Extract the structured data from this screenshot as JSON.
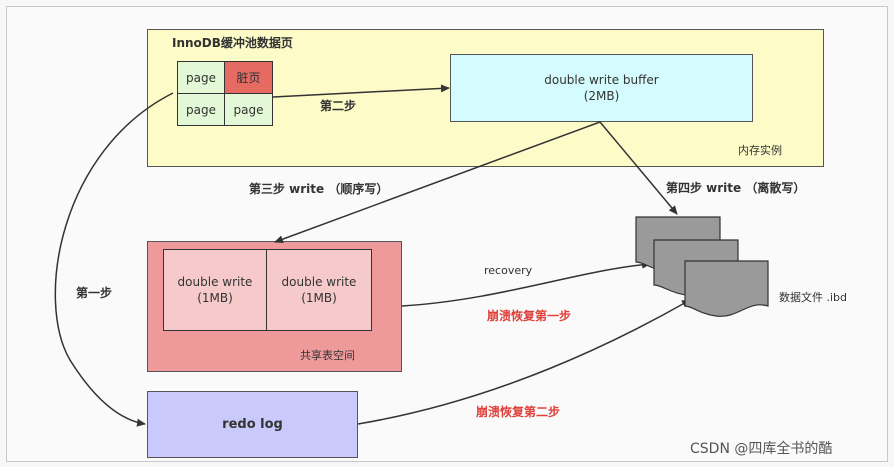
{
  "buffer_pool": {
    "title": "InnoDB缓冲池数据页",
    "pages": [
      "page",
      "脏页",
      "page",
      "page"
    ],
    "memory_label": "内存实例"
  },
  "dwb": {
    "line1": "double write buffer",
    "line2": "(2MB)"
  },
  "steps": {
    "step1": "第一步",
    "step2": "第二步",
    "step3": "第三步 write （顺序写）",
    "step4": "第四步 write （离散写）"
  },
  "shared_ts": {
    "left_line1": "double write",
    "left_line2": "(1MB)",
    "right_line1": "double write",
    "right_line2": "(1MB)",
    "label": "共享表空间"
  },
  "redo": {
    "label": "redo log"
  },
  "recovery": {
    "recovery_label": "recovery",
    "crash_step1": "崩溃恢复第一步",
    "crash_step2": "崩溃恢复第二步"
  },
  "datafile": {
    "label": "数据文件 .ibd"
  },
  "watermark": "CSDN @四库全书的酷",
  "colors": {
    "pool_fill": "#fdfbc8",
    "page_fill": "#e3f8d6",
    "dirty_fill": "#e46a62",
    "dwb_fill": "#d4fbfd",
    "shared_fill": "#ef9a9a",
    "dw_fill": "#f6caca",
    "redo_fill": "#c9c9fb",
    "file_fill": "#9a9a9a",
    "arrow": "#333333",
    "red_text": "#e0403a"
  }
}
